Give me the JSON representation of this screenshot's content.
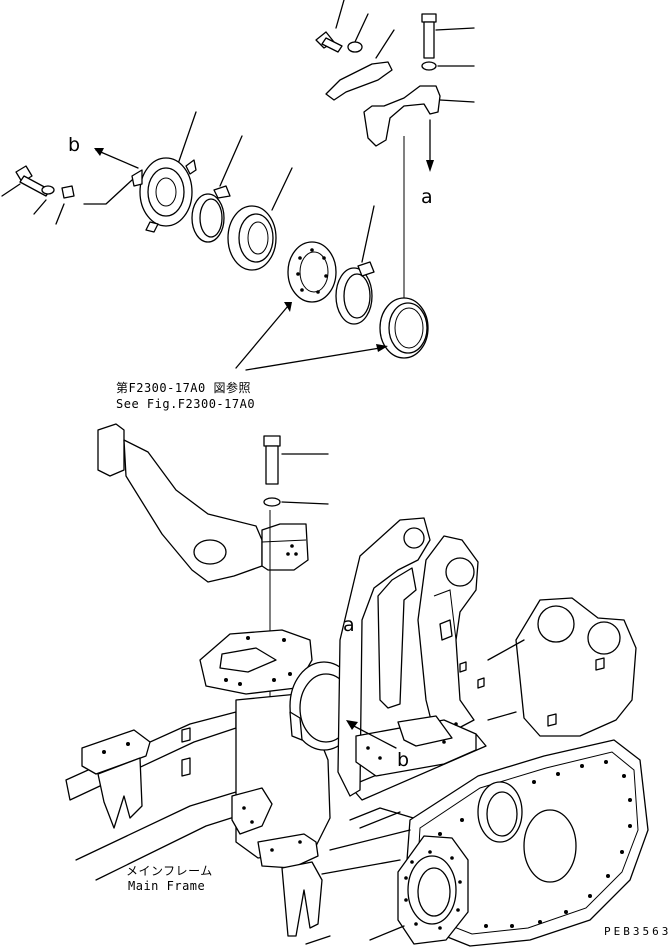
{
  "labels": {
    "view_a_top": "a",
    "view_b_top": "b",
    "view_a_bottom": "a",
    "view_b_bottom": "b",
    "reference_jp": "第F2300-17A0 図参照",
    "reference_en": "See Fig.F2300-17A0",
    "main_frame_jp": "メインフレーム",
    "main_frame_en": "Main Frame",
    "drawing_code": "PEB3563"
  }
}
